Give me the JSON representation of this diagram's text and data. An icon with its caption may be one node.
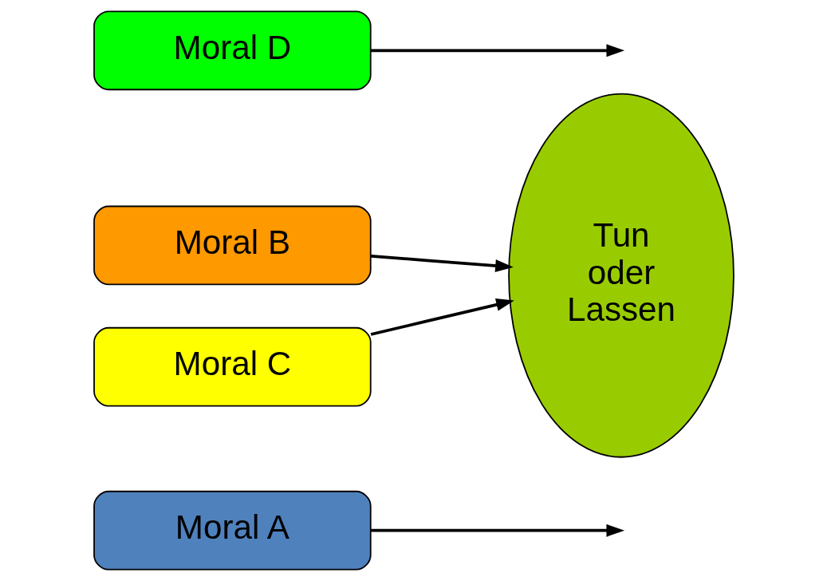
{
  "diagram": {
    "nodes": [
      {
        "text": [
          "Moral A"
        ]
      },
      {
        "text": [
          "Moral B"
        ]
      },
      {
        "text": [
          "Moral C"
        ]
      },
      {
        "text": [
          "Moral D"
        ]
      },
      {
        "text": [
          "Tun oder Lassen"
        ]
      }
    ],
    "edges": [
      {
        "from": 0,
        "to": null,
        "arrow": "to"
      },
      {
        "from": 1,
        "to": 4,
        "arrow": "to"
      },
      {
        "from": 2,
        "to": 4,
        "arrow": "to"
      },
      {
        "from": 3,
        "to": null,
        "arrow": "to"
      }
    ]
  }
}
